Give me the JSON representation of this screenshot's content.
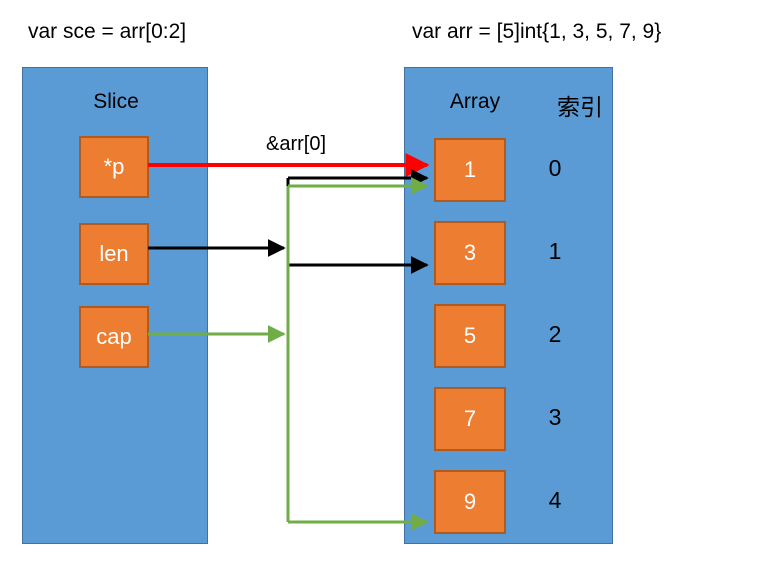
{
  "captions": {
    "slice_decl": "var sce = arr[0:2]",
    "array_decl": "var arr = [5]int{1, 3, 5, 7, 9}"
  },
  "slice_panel": {
    "title": "Slice",
    "fields": [
      {
        "label": "*p",
        "wire_color": "#FF0000",
        "target": "element-0"
      },
      {
        "label": "len",
        "wire_color": "#000000",
        "target": "element-1"
      },
      {
        "label": "cap",
        "wire_color": "#70AD47",
        "target": "element-4"
      }
    ]
  },
  "array_panel": {
    "title": "Array",
    "index_title": "索引",
    "elements": [
      {
        "value": "1",
        "index": "0"
      },
      {
        "value": "3",
        "index": "1"
      },
      {
        "value": "5",
        "index": "2"
      },
      {
        "value": "7",
        "index": "3"
      },
      {
        "value": "9",
        "index": "4"
      }
    ]
  },
  "annotations": {
    "pointer_label": "&arr[0]"
  },
  "colors": {
    "panel_blue": "#5B9BD5",
    "panel_blue_border": "#41719C",
    "cell_orange": "#ED7D31",
    "cell_orange_border": "#AE5A21",
    "wire_red": "#FF0000",
    "wire_black": "#000000",
    "wire_green": "#70AD47",
    "text_white": "#FFFFFF",
    "text_black": "#000000",
    "background": "#FFFFFF"
  }
}
